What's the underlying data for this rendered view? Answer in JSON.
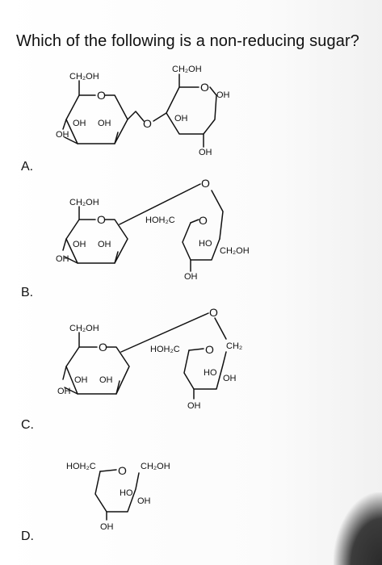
{
  "question": "Which of the following is a non-reducing sugar?",
  "options": [
    {
      "letter": "A.",
      "labels": {
        "ch2oh_left": "CH₂OH",
        "ring_o_left": "O",
        "oh_1": "OH",
        "oh_2": "OH",
        "oh_3": "OH",
        "link_o": "O",
        "ch2oh_right": "CH₂OH",
        "ring_o_right": "O",
        "oh_anomeric": "OH",
        "oh_right_mid": "OH",
        "oh_right_bottom": "OH"
      }
    },
    {
      "letter": "B.",
      "labels": {
        "ch2oh_left": "CH₂OH",
        "ring_o_left": "O",
        "oh_1": "OH",
        "oh_2": "OH",
        "oh_3": "OH",
        "link_o": "O",
        "hoh2c": "HOH₂C",
        "ring_o_right": "O",
        "ho": "HO",
        "ch2oh_right": "CH₂OH",
        "oh_bottom": "OH"
      }
    },
    {
      "letter": "C.",
      "labels": {
        "ch2oh_left": "CH₂OH",
        "ring_o_left": "O",
        "oh_1": "OH",
        "oh_2": "OH",
        "oh_3": "OH",
        "link_o": "O",
        "hoh2c": "HOH₂C",
        "ring_o_right": "O",
        "ch2": "CH₂",
        "ho": "HO",
        "oh_right": "OH",
        "oh_bottom": "OH"
      }
    },
    {
      "letter": "D.",
      "labels": {
        "hoh2c": "HOH₂C",
        "ring_o": "O",
        "ch2oh": "CH₂OH",
        "ho": "HO",
        "oh_right": "OH",
        "oh_bottom": "OH"
      }
    }
  ]
}
